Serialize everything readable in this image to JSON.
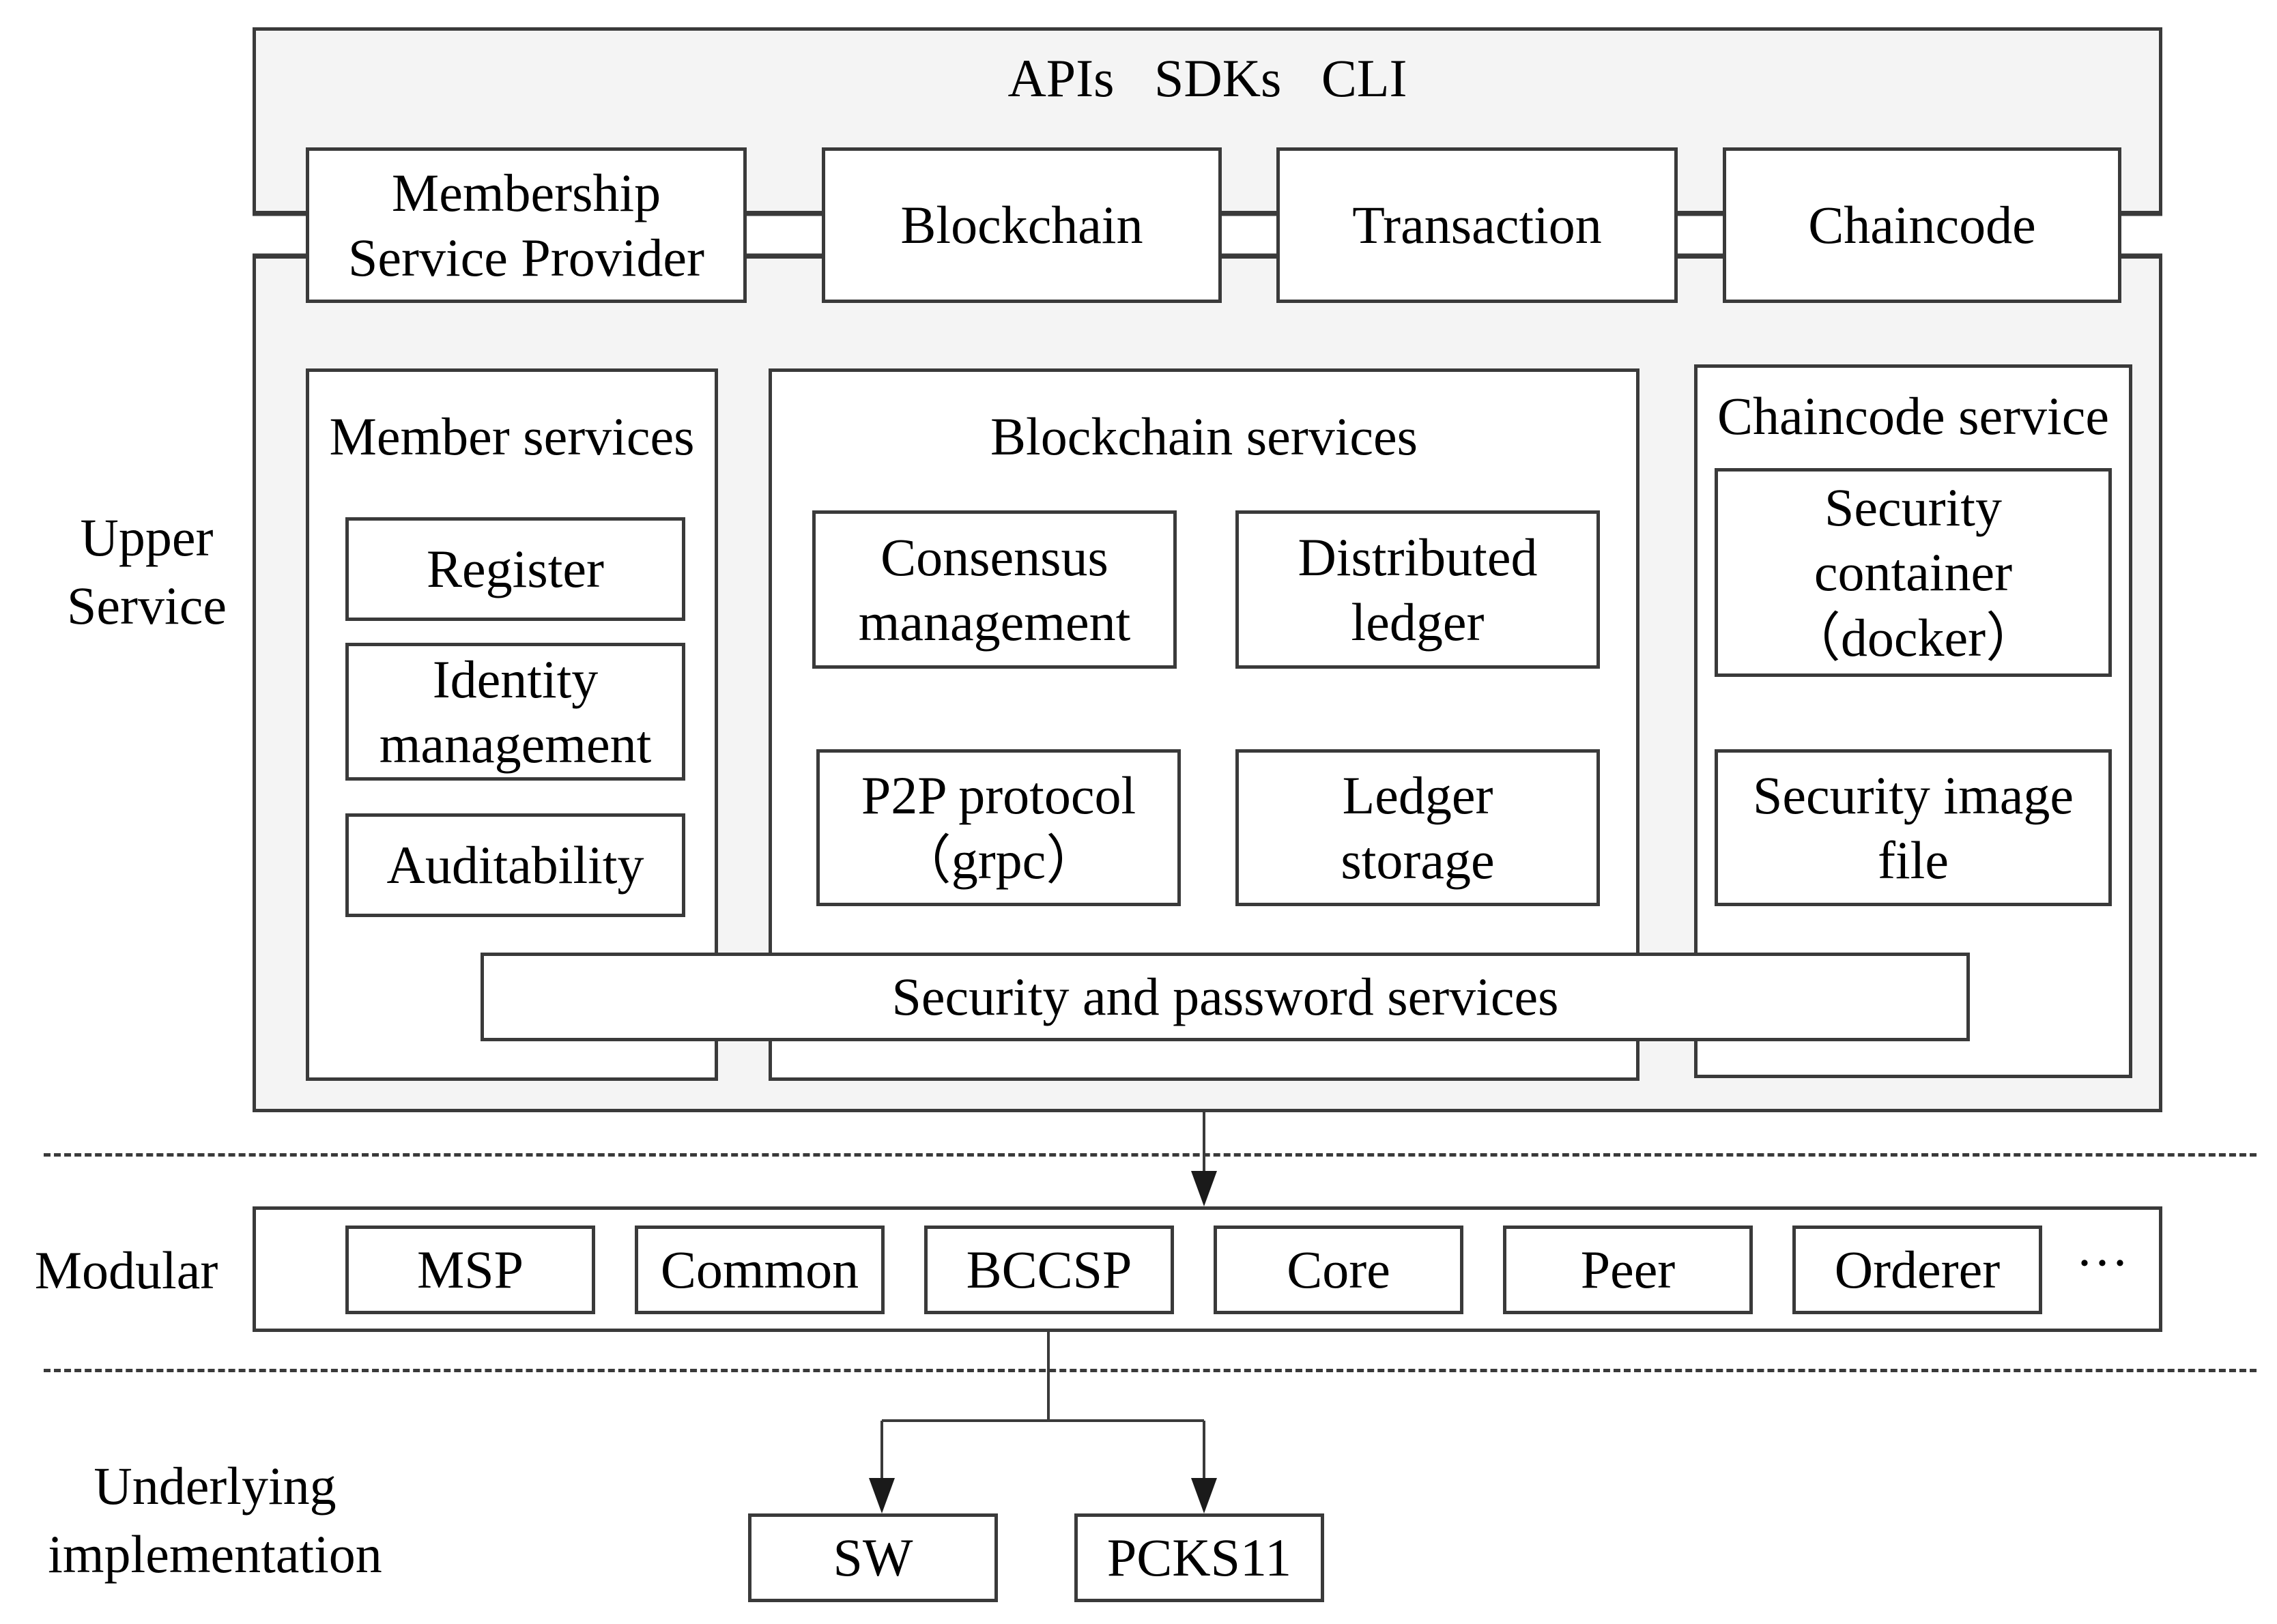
{
  "diagram": {
    "top_bar": "APIs   SDKs   CLI",
    "tabs": [
      {
        "id": "msp",
        "label": "Membership\nService Provider"
      },
      {
        "id": "blockchain",
        "label": "Blockchain"
      },
      {
        "id": "transaction",
        "label": "Transaction"
      },
      {
        "id": "chaincode",
        "label": "Chaincode"
      }
    ],
    "layers": {
      "upper": "Upper\nService",
      "modular": "Modular",
      "underlying": "Underlying\nimplementation"
    },
    "member_services": {
      "title": "Member services",
      "items": [
        "Register",
        "Identity\nmanagement",
        "Auditability"
      ]
    },
    "blockchain_services": {
      "title": "Blockchain services",
      "items": [
        "Consensus\nmanagement",
        "Distributed\nledger",
        "P2P protocol\n（grpc）",
        "Ledger\nstorage"
      ]
    },
    "chaincode_service": {
      "title": "Chaincode service",
      "items": [
        "Security\ncontainer\n（docker）",
        "Security image\nfile"
      ]
    },
    "security_bar": "Security and password services",
    "modules": [
      "MSP",
      "Common",
      "BCCSP",
      "Core",
      "Peer",
      "Orderer"
    ],
    "modules_more": "···",
    "implementations": [
      "SW",
      "PCKS11"
    ]
  }
}
